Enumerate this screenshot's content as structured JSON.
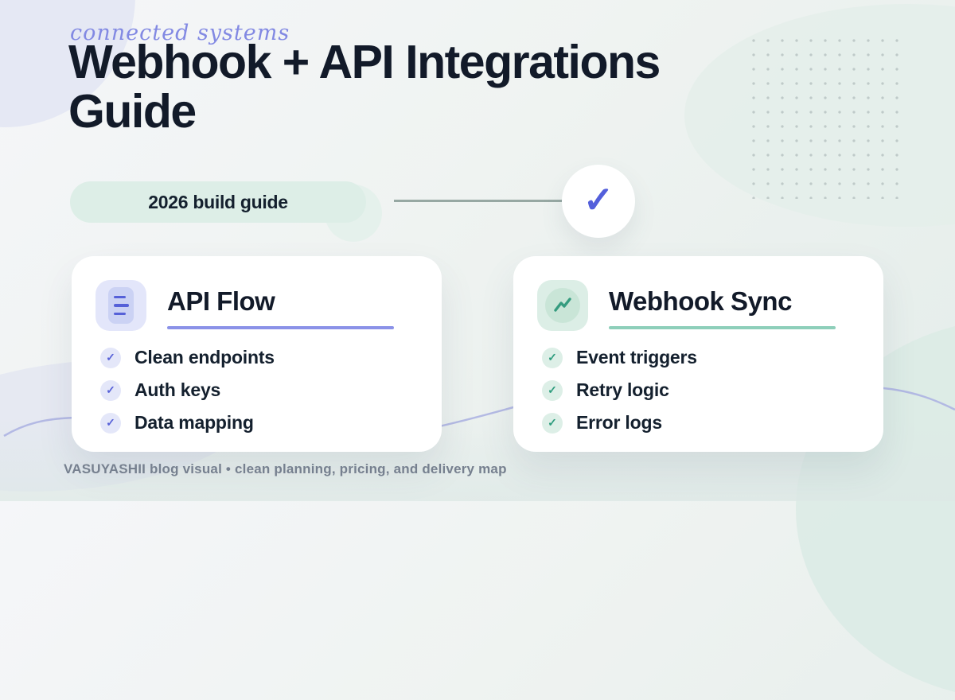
{
  "brand": {
    "script_label": "connected systems"
  },
  "header": {
    "title": "Webhook + API Integrations Guide"
  },
  "badge": {
    "label": "2026 build guide"
  },
  "glyphs": {
    "check": "✓"
  },
  "cards": [
    {
      "title": "API Flow",
      "icon": "list-lines-icon",
      "accent": "#8b92e8",
      "items": [
        "Clean endpoints",
        "Auth keys",
        "Data mapping"
      ]
    },
    {
      "title": "Webhook Sync",
      "icon": "trend-up-icon",
      "accent": "#8ecfba",
      "items": [
        "Event triggers",
        "Retry logic",
        "Error logs"
      ]
    }
  ],
  "footer": {
    "text": "VASUYASHII blog visual • clean planning, pricing, and delivery map"
  },
  "colors": {
    "title_text": "#121a29",
    "purple_accent": "#5560d8",
    "green_accent": "#2f9d7e",
    "badge_bg": "#ddeee7",
    "footer_text": "#76808f"
  }
}
